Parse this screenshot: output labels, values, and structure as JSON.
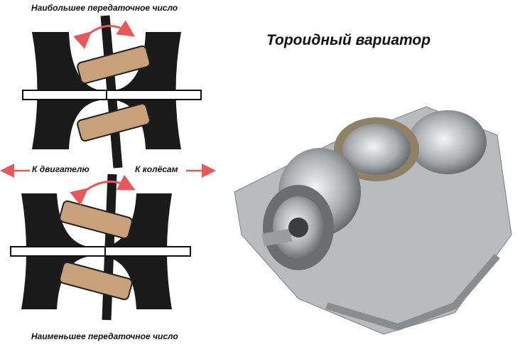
{
  "labels": {
    "top": "Наибольшее передаточное число",
    "bottom": "Наименьшее передаточное число",
    "to_engine": "К двигателю",
    "to_wheels": "К колёсам"
  },
  "title": "Тороидный вариатор",
  "colors": {
    "disc": "#1a1a1a",
    "roller": "#c8a07a",
    "arrow": "#e8585a",
    "shaft": "#ffffff"
  }
}
